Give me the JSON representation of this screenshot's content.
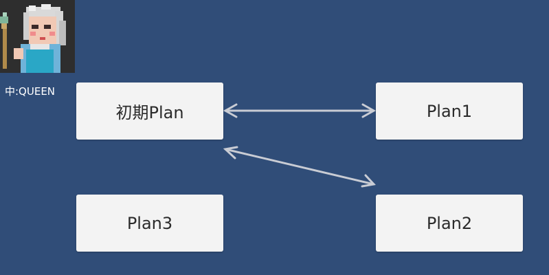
{
  "character": {
    "icon": "queen-character-icon",
    "caption": "中:QUEEN"
  },
  "graph": {
    "nodes": {
      "initial": "初期Plan",
      "plan1": "Plan1",
      "plan2": "Plan2",
      "plan3": "Plan3"
    },
    "edges": [
      {
        "from": "初期Plan",
        "to": "Plan1",
        "direction": "bidirectional"
      },
      {
        "from": "初期Plan",
        "to": "Plan2",
        "direction": "bidirectional"
      }
    ]
  },
  "colors": {
    "background": "#304d78",
    "node_fill": "#f3f3f3",
    "node_text": "#2b2b2b",
    "edge": "#c9ccd4",
    "caption_text": "#ffffff"
  }
}
